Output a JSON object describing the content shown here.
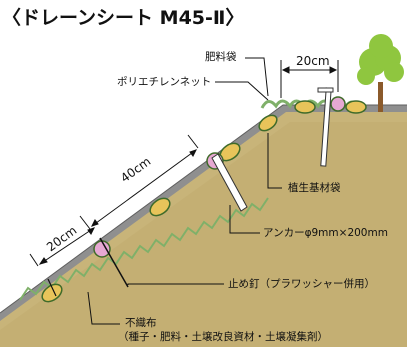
{
  "title": "〈ドレーンシート M45-Ⅱ〉",
  "labels": {
    "fertilizer_bag": "肥料袋",
    "polyethylene_net": "ポリエチレンネット",
    "substrate_bag": "植生基材袋",
    "anchor": "アンカーφ9mm×200mm",
    "stop_nail": "止め釘（プラワッシャー併用）",
    "nonwoven": "不織布",
    "nonwoven_contents": "（種子・肥料・土壌改良資材・土壌凝集剤）"
  },
  "dimensions": {
    "top_spacing": "20cm",
    "slope_spacing_long": "40cm",
    "slope_spacing_short": "20cm"
  },
  "colors": {
    "soil": "#c8b479",
    "soil_shade": "#b49a5c",
    "sheet": "#8f8f8f",
    "sheet_dark": "#6e6e6e",
    "seed_bag": "#e8c45a",
    "fertilizer_bag": "#e6a8d2",
    "net_green": "#7fb069",
    "tree_green": "#8fc63f",
    "trunk": "#8b5a2b"
  }
}
